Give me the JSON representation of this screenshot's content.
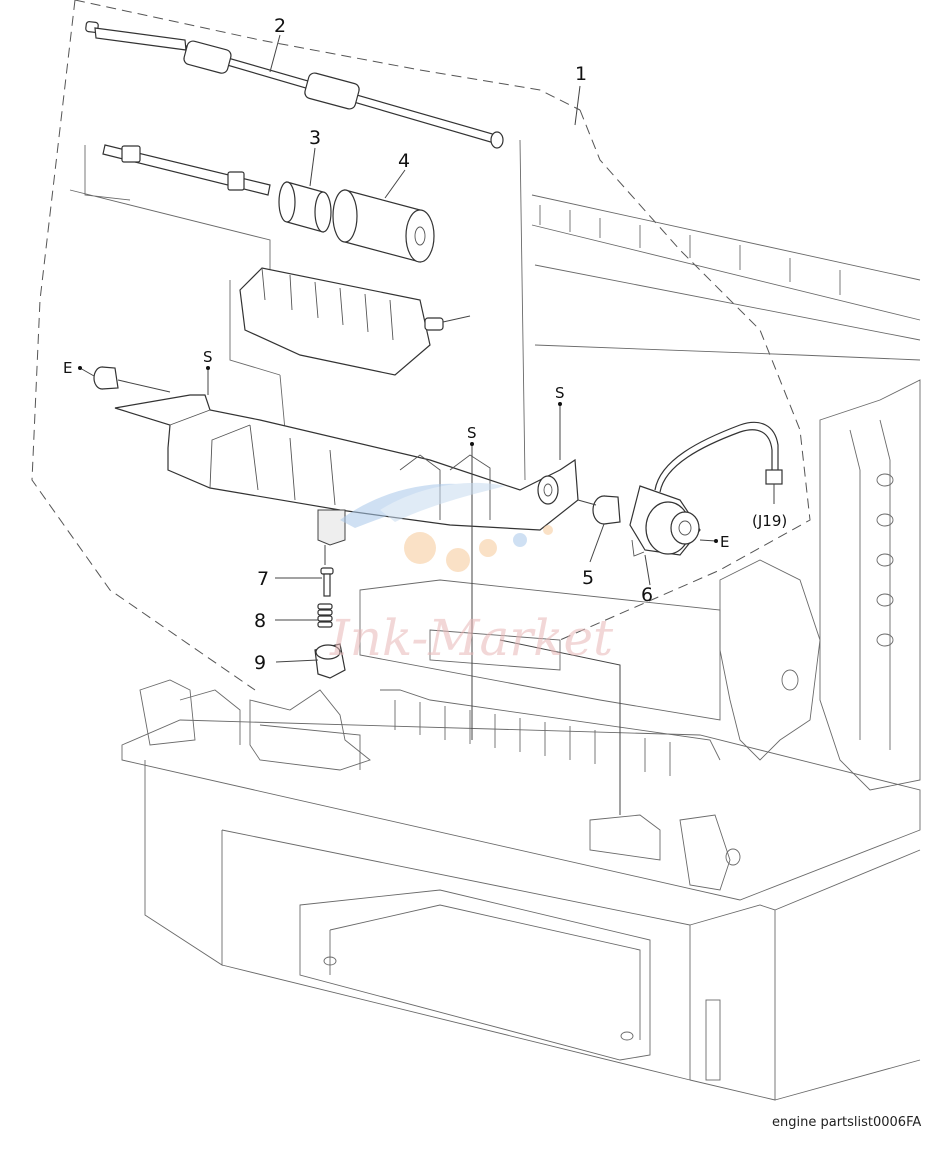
{
  "callouts": {
    "c1": "1",
    "c2": "2",
    "c3": "3",
    "c4": "4",
    "c5": "5",
    "c6": "6",
    "c7": "7",
    "c8": "8",
    "c9": "9"
  },
  "markers": {
    "e_left": "E",
    "e_right": "E",
    "s1": "S",
    "s2": "S",
    "s3": "S"
  },
  "connector_label": "(J19)",
  "watermark": "Ink-Market",
  "caption": "engine partslist0006FA",
  "colors": {
    "line": "#333333",
    "watermark_text": "#e8b8b8",
    "watermark_blue": "#a9c8ea",
    "watermark_orange": "#f7c999"
  }
}
